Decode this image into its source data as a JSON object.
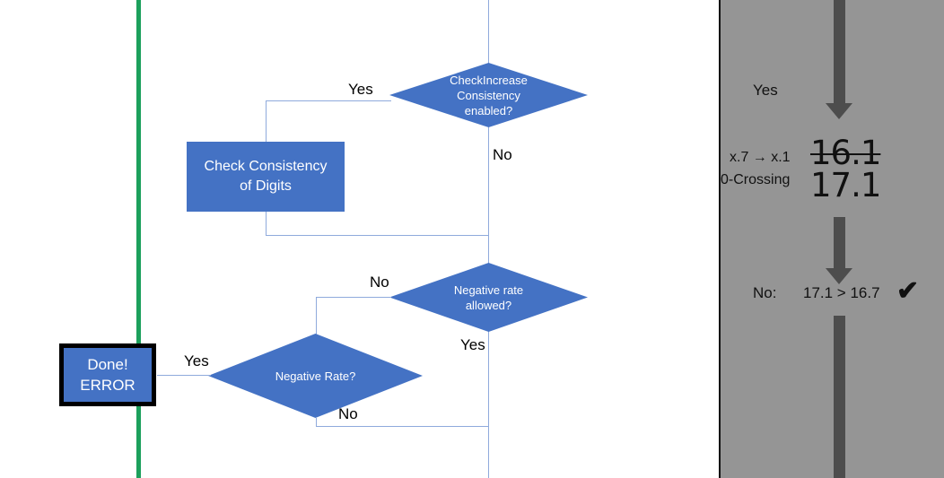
{
  "colors": {
    "accent_blue": "#4472C4",
    "connector_blue": "#8FAADC",
    "green_rule": "#1CA05C",
    "panel_grey": "#959595",
    "arrow_grey": "#4D4D4D",
    "text_dark": "#111111",
    "text_light": "#FFFFFF"
  },
  "flowchart": {
    "decisions": [
      {
        "id": "check-increase-consistency",
        "label": "CheckIncrease\nConsistency\nenabled?",
        "line1": "CheckIncrease",
        "line2": "Consistency",
        "line3": "enabled?"
      },
      {
        "id": "negative-rate-allowed",
        "line1": "Negative rate",
        "line2": "allowed?"
      },
      {
        "id": "negative-rate",
        "line1": "Negative Rate?"
      }
    ],
    "process": {
      "line1": "Check Consistency",
      "line2": "of Digits"
    },
    "terminal": {
      "line1": "Done!",
      "line2": "ERROR"
    },
    "edge_labels": {
      "yes_top": "Yes",
      "no_top": "No",
      "no_mid": "No",
      "yes_mid": "Yes",
      "yes_left": "Yes",
      "no_bottom": "No"
    }
  },
  "panel": {
    "yes_label": "Yes",
    "note_line1": "x.7 → x.1",
    "note_line2": "0-Crossing",
    "value_struck": "16.1",
    "value_current": "17.1",
    "result_prefix": "No:",
    "result_comparison": "17.1 > 16.7",
    "check_mark": "✔"
  }
}
